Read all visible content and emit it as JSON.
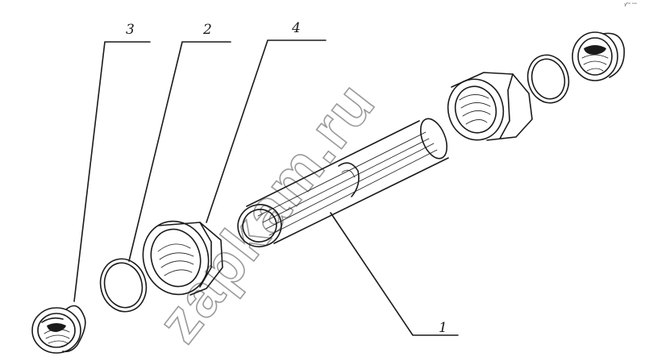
{
  "callouts": [
    {
      "id": "c3",
      "label": "3"
    },
    {
      "id": "c2",
      "label": "2"
    },
    {
      "id": "c4",
      "label": "4"
    },
    {
      "id": "c1",
      "label": "1"
    }
  ],
  "watermark": {
    "text": "zapkam.ru"
  },
  "corner_mark": {
    "text": "yᴾᵐ ᵒᵒᵒ"
  },
  "colors": {
    "ink": "#1a1a1a",
    "watermark_outline": "#9a9a9a",
    "background": "#ffffff"
  }
}
